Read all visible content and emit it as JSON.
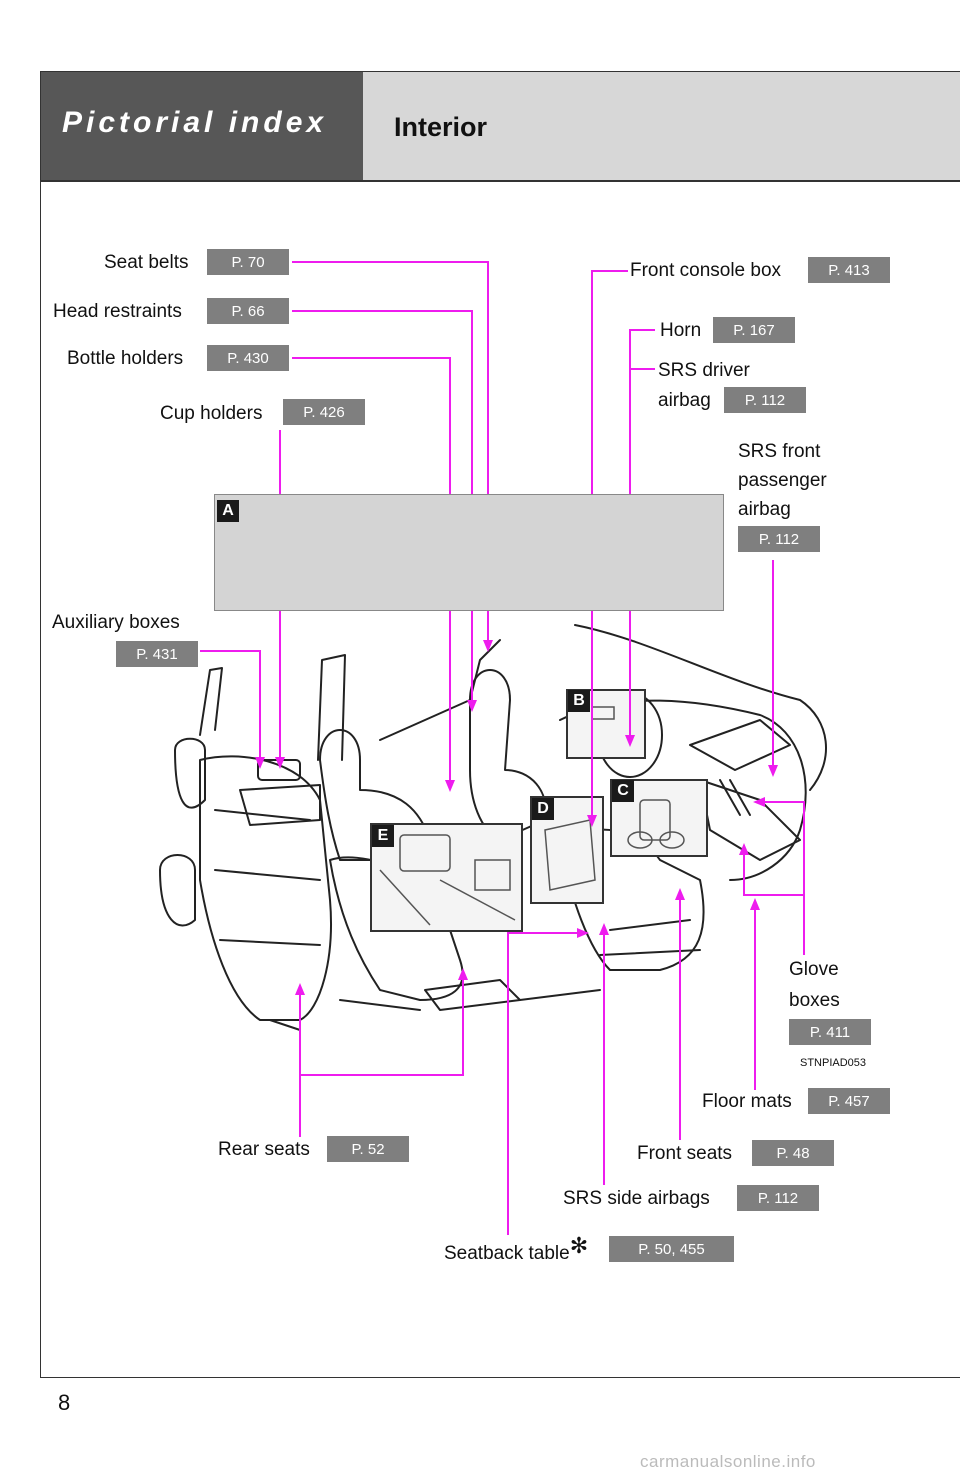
{
  "header": {
    "section_title": "Pictorial index",
    "subsection_title": "Interior"
  },
  "callouts": {
    "a": "A",
    "b": "B",
    "c": "C",
    "d": "D",
    "e": "E"
  },
  "labels": {
    "seat_belts": {
      "text": "Seat belts",
      "page": "P. 70"
    },
    "head_restraints": {
      "text": "Head restraints",
      "page": "P. 66"
    },
    "bottle_holders": {
      "text": "Bottle holders",
      "page": "P. 430"
    },
    "cup_holders": {
      "text": "Cup holders",
      "page": "P. 426"
    },
    "auxiliary_boxes": {
      "text": "Auxiliary boxes",
      "page": "P. 431"
    },
    "front_console_box": {
      "text": "Front console box",
      "page": "P. 413"
    },
    "horn": {
      "text": "Horn",
      "page": "P. 167"
    },
    "srs_driver_airbag": {
      "line1": "SRS driver",
      "line2": "airbag",
      "page": "P. 112"
    },
    "srs_front_passenger_airbag": {
      "line1": "SRS front",
      "line2": "passenger",
      "line3": "airbag",
      "page": "P. 112"
    },
    "glove_boxes": {
      "line1": "Glove",
      "line2": "boxes",
      "page": "P. 411"
    },
    "floor_mats": {
      "text": "Floor mats",
      "page": "P. 457"
    },
    "front_seats": {
      "text": "Front seats",
      "page": "P. 48"
    },
    "srs_side_airbags": {
      "text": "SRS side airbags",
      "page": "P. 112"
    },
    "seatback_table": {
      "text": "Seatback table",
      "mark": "✻",
      "page": "P. 50, 455"
    },
    "rear_seats": {
      "text": "Rear seats",
      "page": "P. 52"
    }
  },
  "image_code": "STNPIAD053",
  "page_number": "8",
  "footer_watermark": "carmanualsonline.info",
  "colors": {
    "leader_line": "#ee1cee",
    "header_dark": "#575757",
    "header_light": "#d7d7d7",
    "page_tag": "#7f7f7f"
  }
}
